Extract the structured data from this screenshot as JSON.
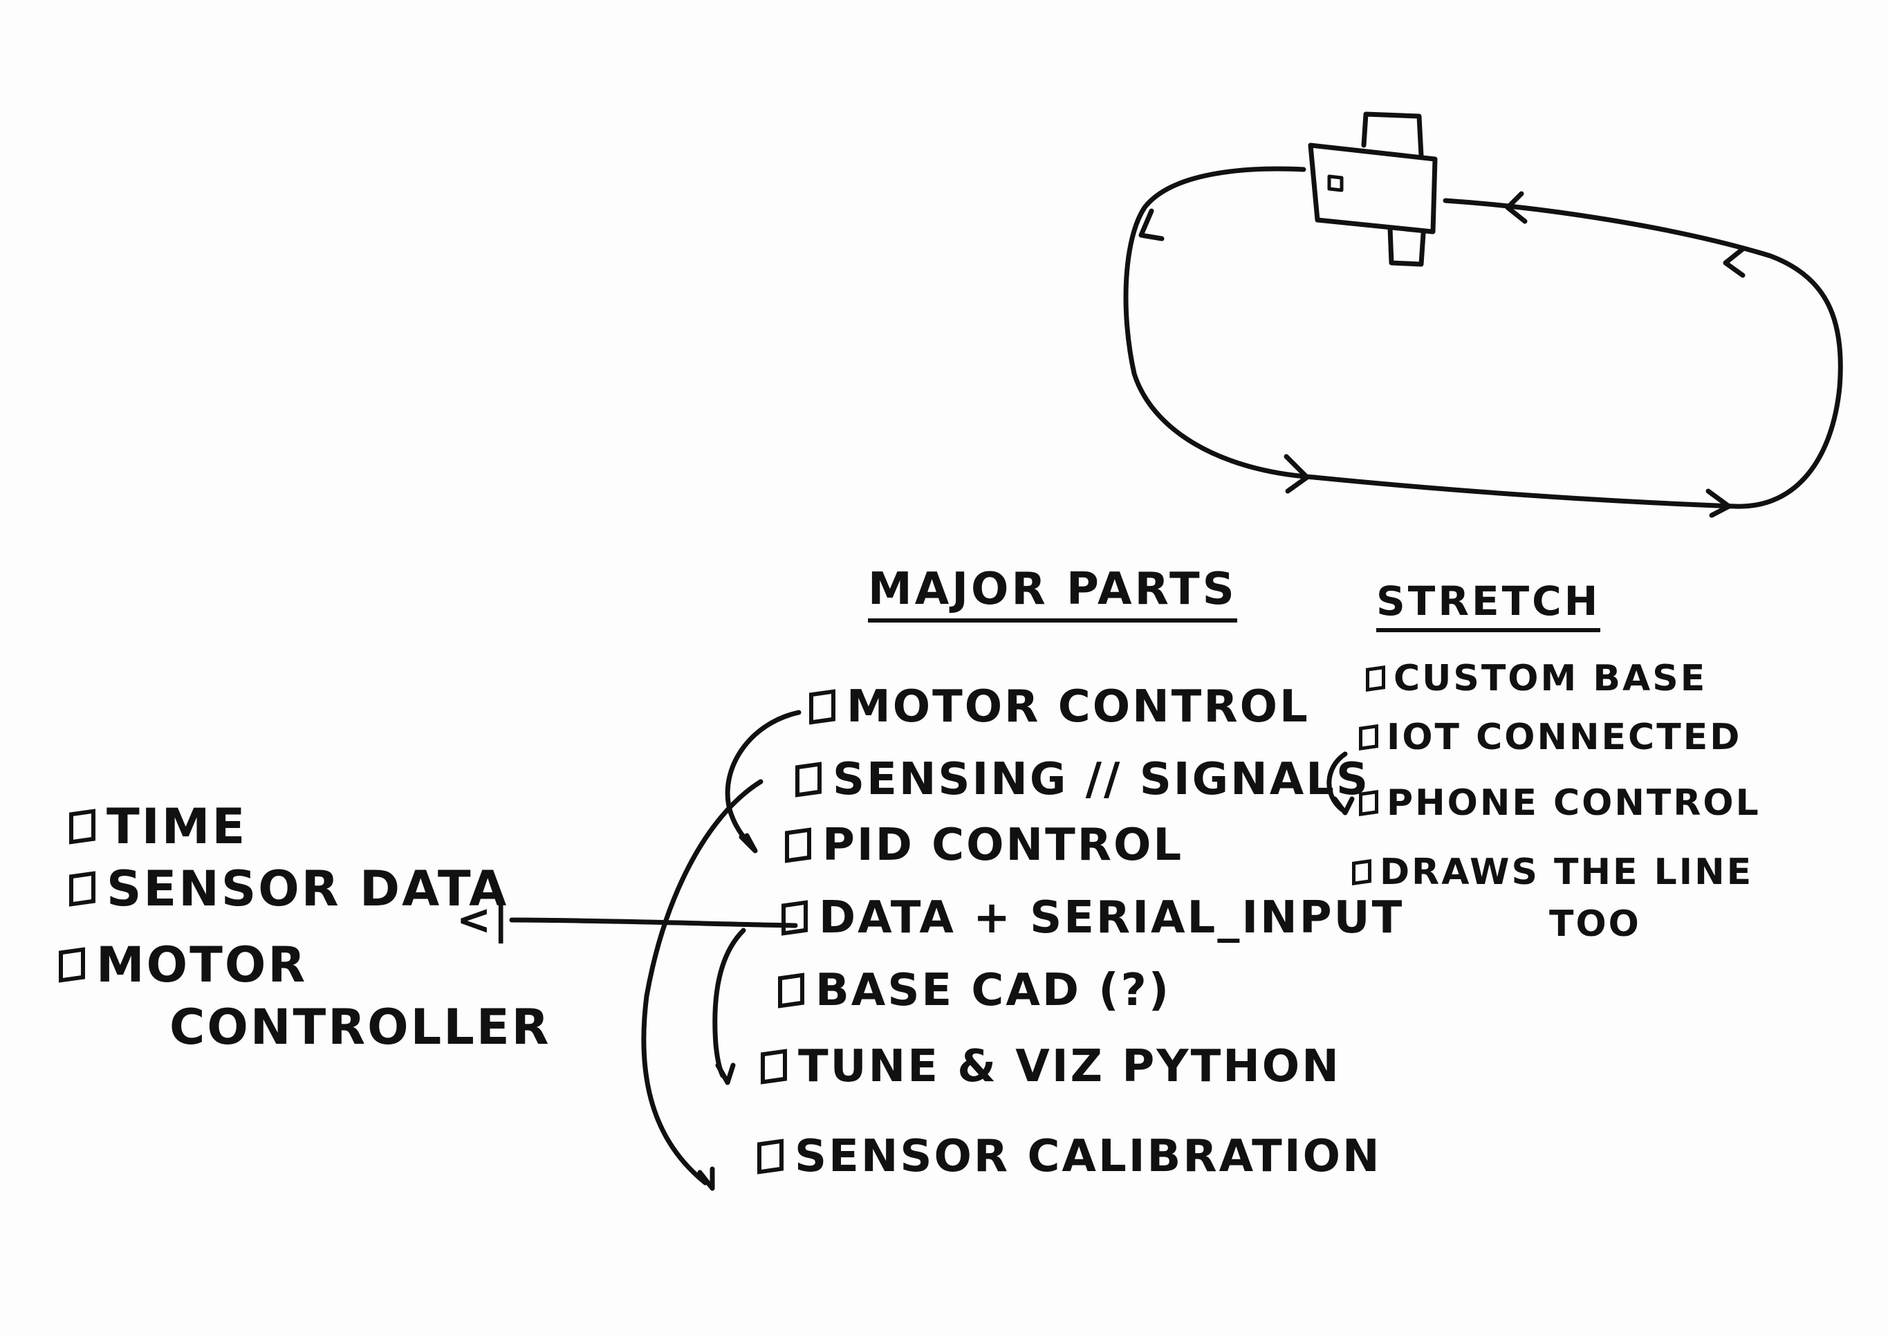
{
  "major_parts": {
    "heading": "Major Parts",
    "items": [
      "Motor Control",
      "Sensing // Signals",
      "PID Control",
      "Data + Serial_Input",
      "Base CAD (?)",
      "Tune & Viz Python",
      "Sensor Calibration"
    ]
  },
  "stretch": {
    "heading": "Stretch",
    "items": [
      "Custom Base",
      "IoT Connected",
      "Phone Control",
      "Draws the line",
      "too"
    ]
  },
  "data_needs": {
    "items": [
      "Time",
      "Sensor Data",
      "Motor",
      "Controller"
    ],
    "connector": "<|"
  },
  "colors": {
    "ink": "#111111",
    "board": "#fdfdfd"
  },
  "icons": [
    "checkbox-icon",
    "arrow-icon",
    "robot-icon",
    "track-loop-icon"
  ]
}
